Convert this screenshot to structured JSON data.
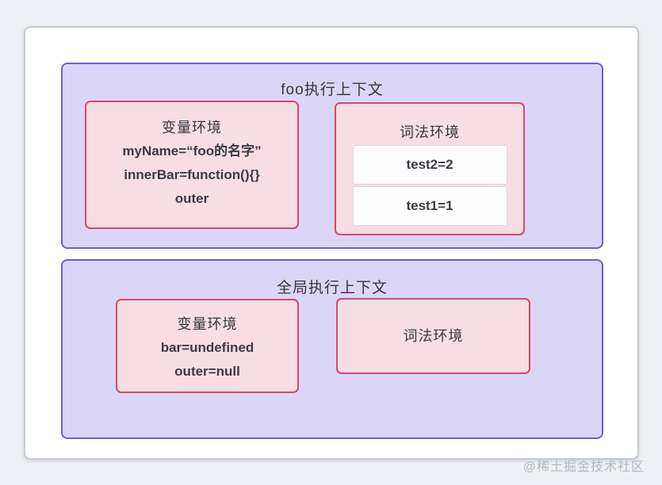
{
  "page": {
    "watermark": "@稀土掘金技术社区"
  },
  "colors": {
    "page_background": "#edf0f4",
    "card_background": "#ffffff",
    "context_fill": "#dbd6f7",
    "context_border": "#6c5ee0",
    "environment_fill": "#f8dde4",
    "environment_border": "#d64a67",
    "entry_fill": "#fdfdfe",
    "text": "#3b3b45"
  },
  "contexts": [
    {
      "title": "foo执行上下文",
      "variable_env": {
        "title": "变量环境",
        "lines": [
          "myName=“foo的名字”",
          "innerBar=function(){}",
          "outer"
        ]
      },
      "lexical_env": {
        "title": "词法环境",
        "entries": [
          "test2=2",
          "test1=1"
        ]
      }
    },
    {
      "title": "全局执行上下文",
      "variable_env": {
        "title": "变量环境",
        "lines": [
          "bar=undefined",
          "outer=null"
        ]
      },
      "lexical_env": {
        "title": "词法环境"
      }
    }
  ]
}
